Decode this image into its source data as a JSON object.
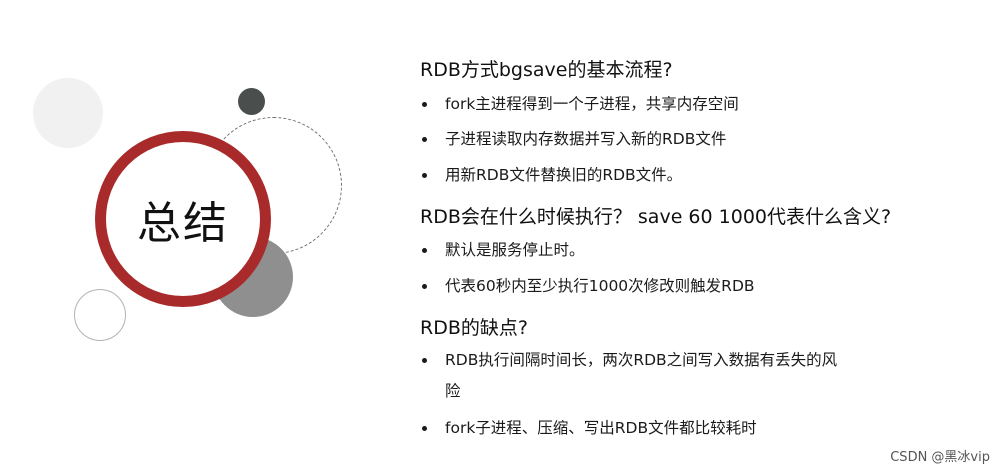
{
  "graphic": {
    "title": "总结"
  },
  "sections": [
    {
      "question": "RDB方式bgsave的基本流程?",
      "items": [
        "fork主进程得到一个子进程，共享内存空间",
        "子进程读取内存数据并写入新的RDB文件",
        "用新RDB文件替换旧的RDB文件。"
      ]
    },
    {
      "question": "RDB会在什么时候执行？ save 60 1000代表什么含义?",
      "items": [
        "默认是服务停止时。",
        "代表60秒内至少执行1000次修改则触发RDB"
      ]
    },
    {
      "question": "RDB的缺点?",
      "items": [
        "RDB执行间隔时间长，两次RDB之间写入数据有丢失的风",
        "fork子进程、压缩、写出RDB文件都比较耗时"
      ],
      "wrap_tail": "险"
    }
  ],
  "watermark": "CSDN @黑冰vip",
  "colors": {
    "ring": "#a92a2a",
    "dark_dot": "#4a4e4d",
    "gray_circle": "#8f8f8f",
    "light_circle": "#f1f1f1"
  }
}
